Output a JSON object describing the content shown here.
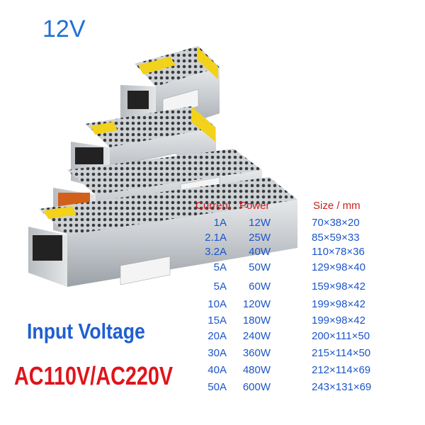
{
  "title": "12V",
  "headers": {
    "current": "Current",
    "power": "Power",
    "size": "Size / mm"
  },
  "specs": [
    {
      "current": "1A",
      "power": "12W",
      "size": "70×38×20"
    },
    {
      "current": "2.1A",
      "power": "25W",
      "size": "85×59×33"
    },
    {
      "current": "3.2A",
      "power": "40W",
      "size": "110×78×36"
    },
    {
      "current": "5A",
      "power": "50W",
      "size": "129×98×40"
    },
    {
      "current": "5A",
      "power": "60W",
      "size": "159×98×42"
    },
    {
      "current": "10A",
      "power": "120W",
      "size": "199×98×42"
    },
    {
      "current": "15A",
      "power": "180W",
      "size": "199×98×42"
    },
    {
      "current": "20A",
      "power": "240W",
      "size": "200×111×50"
    },
    {
      "current": "30A",
      "power": "360W",
      "size": "215×114×50"
    },
    {
      "current": "40A",
      "power": "480W",
      "size": "212×114×69"
    },
    {
      "current": "50A",
      "power": "600W",
      "size": "243×131×69"
    }
  ],
  "input_voltage_label": "Input Voltage",
  "ac_voltage": "AC110V/AC220V",
  "colors": {
    "title": "#1f6fd6",
    "headers": "#cc1f1f",
    "specs": "#1b55c9",
    "input_voltage": "#1f5fd0",
    "ac_voltage": "#e0141b"
  }
}
